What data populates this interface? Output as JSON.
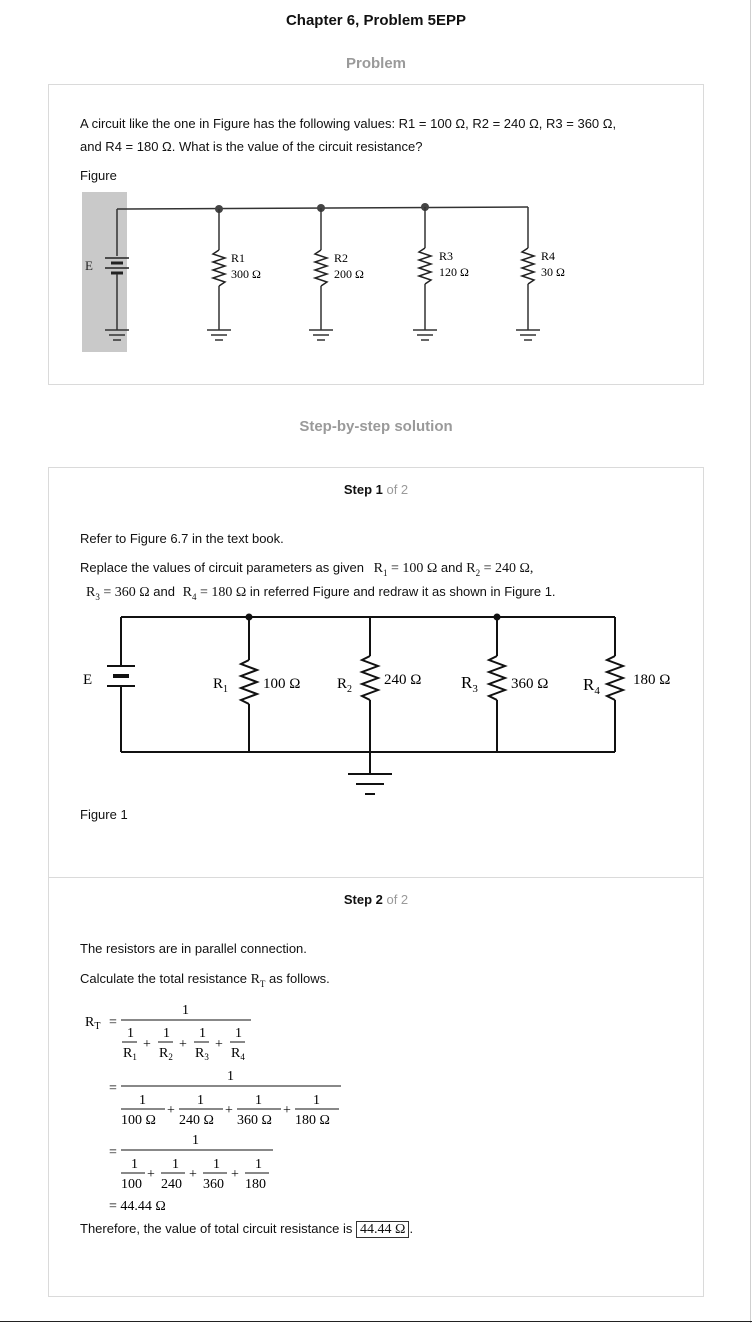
{
  "header": {
    "title": "Chapter 6, Problem 5EPP"
  },
  "problem": {
    "section_title": "Problem",
    "text_line1": "A circuit like the one in Figure has the following values: R1 = 100 Ω, R2 = 240 Ω, R3 = 360 Ω,",
    "text_line2": "and R4 = 180 Ω. What is the value of the circuit resistance?",
    "figure_label": "Figure",
    "figure": {
      "source_label": "E",
      "resistors": [
        {
          "name": "R1",
          "value": "300 Ω"
        },
        {
          "name": "R2",
          "value": "200 Ω"
        },
        {
          "name": "R3",
          "value": "120 Ω"
        },
        {
          "name": "R4",
          "value": "30 Ω"
        }
      ]
    }
  },
  "solution": {
    "section_title": "Step-by-step solution",
    "step1": {
      "label_bold": "Step 1",
      "label_of": " of 2",
      "line1": "Refer to Figure 6.7 in the text book.",
      "line2": "Replace the values of circuit parameters as given",
      "r1_eq": "100 Ω",
      "r2_eq": "240 Ω,",
      "r3_eq": "360 Ω",
      "r4_eq": "180 Ω",
      "and": "and",
      "and2": "and",
      "line3_end": "in referred Figure and redraw it as shown in Figure 1.",
      "figure": {
        "source_label": "E",
        "resistors": [
          {
            "name": "R1",
            "value": "100 Ω"
          },
          {
            "name": "R2",
            "value": "240 Ω"
          },
          {
            "name": "R3",
            "value": "360 Ω"
          },
          {
            "name": "R4",
            "value": "180 Ω"
          }
        ]
      },
      "figure_caption": "Figure 1"
    },
    "step2": {
      "label_bold": "Step 2",
      "label_of": " of 2",
      "line1": "The resistors are in parallel connection.",
      "line2_start": "Calculate the total resistance",
      "line2_end": "as follows.",
      "formula_lhs": "R",
      "formula_lhs_sub": "T",
      "one": "1",
      "row2_denoms": [
        "100 Ω",
        "240 Ω",
        "360 Ω",
        "180 Ω"
      ],
      "row3_denoms": [
        "100",
        "240",
        "360",
        "180"
      ],
      "result_line": "= 44.44 Ω",
      "conclusion": "Therefore, the value of total circuit resistance is",
      "answer": "44.44 Ω"
    }
  }
}
